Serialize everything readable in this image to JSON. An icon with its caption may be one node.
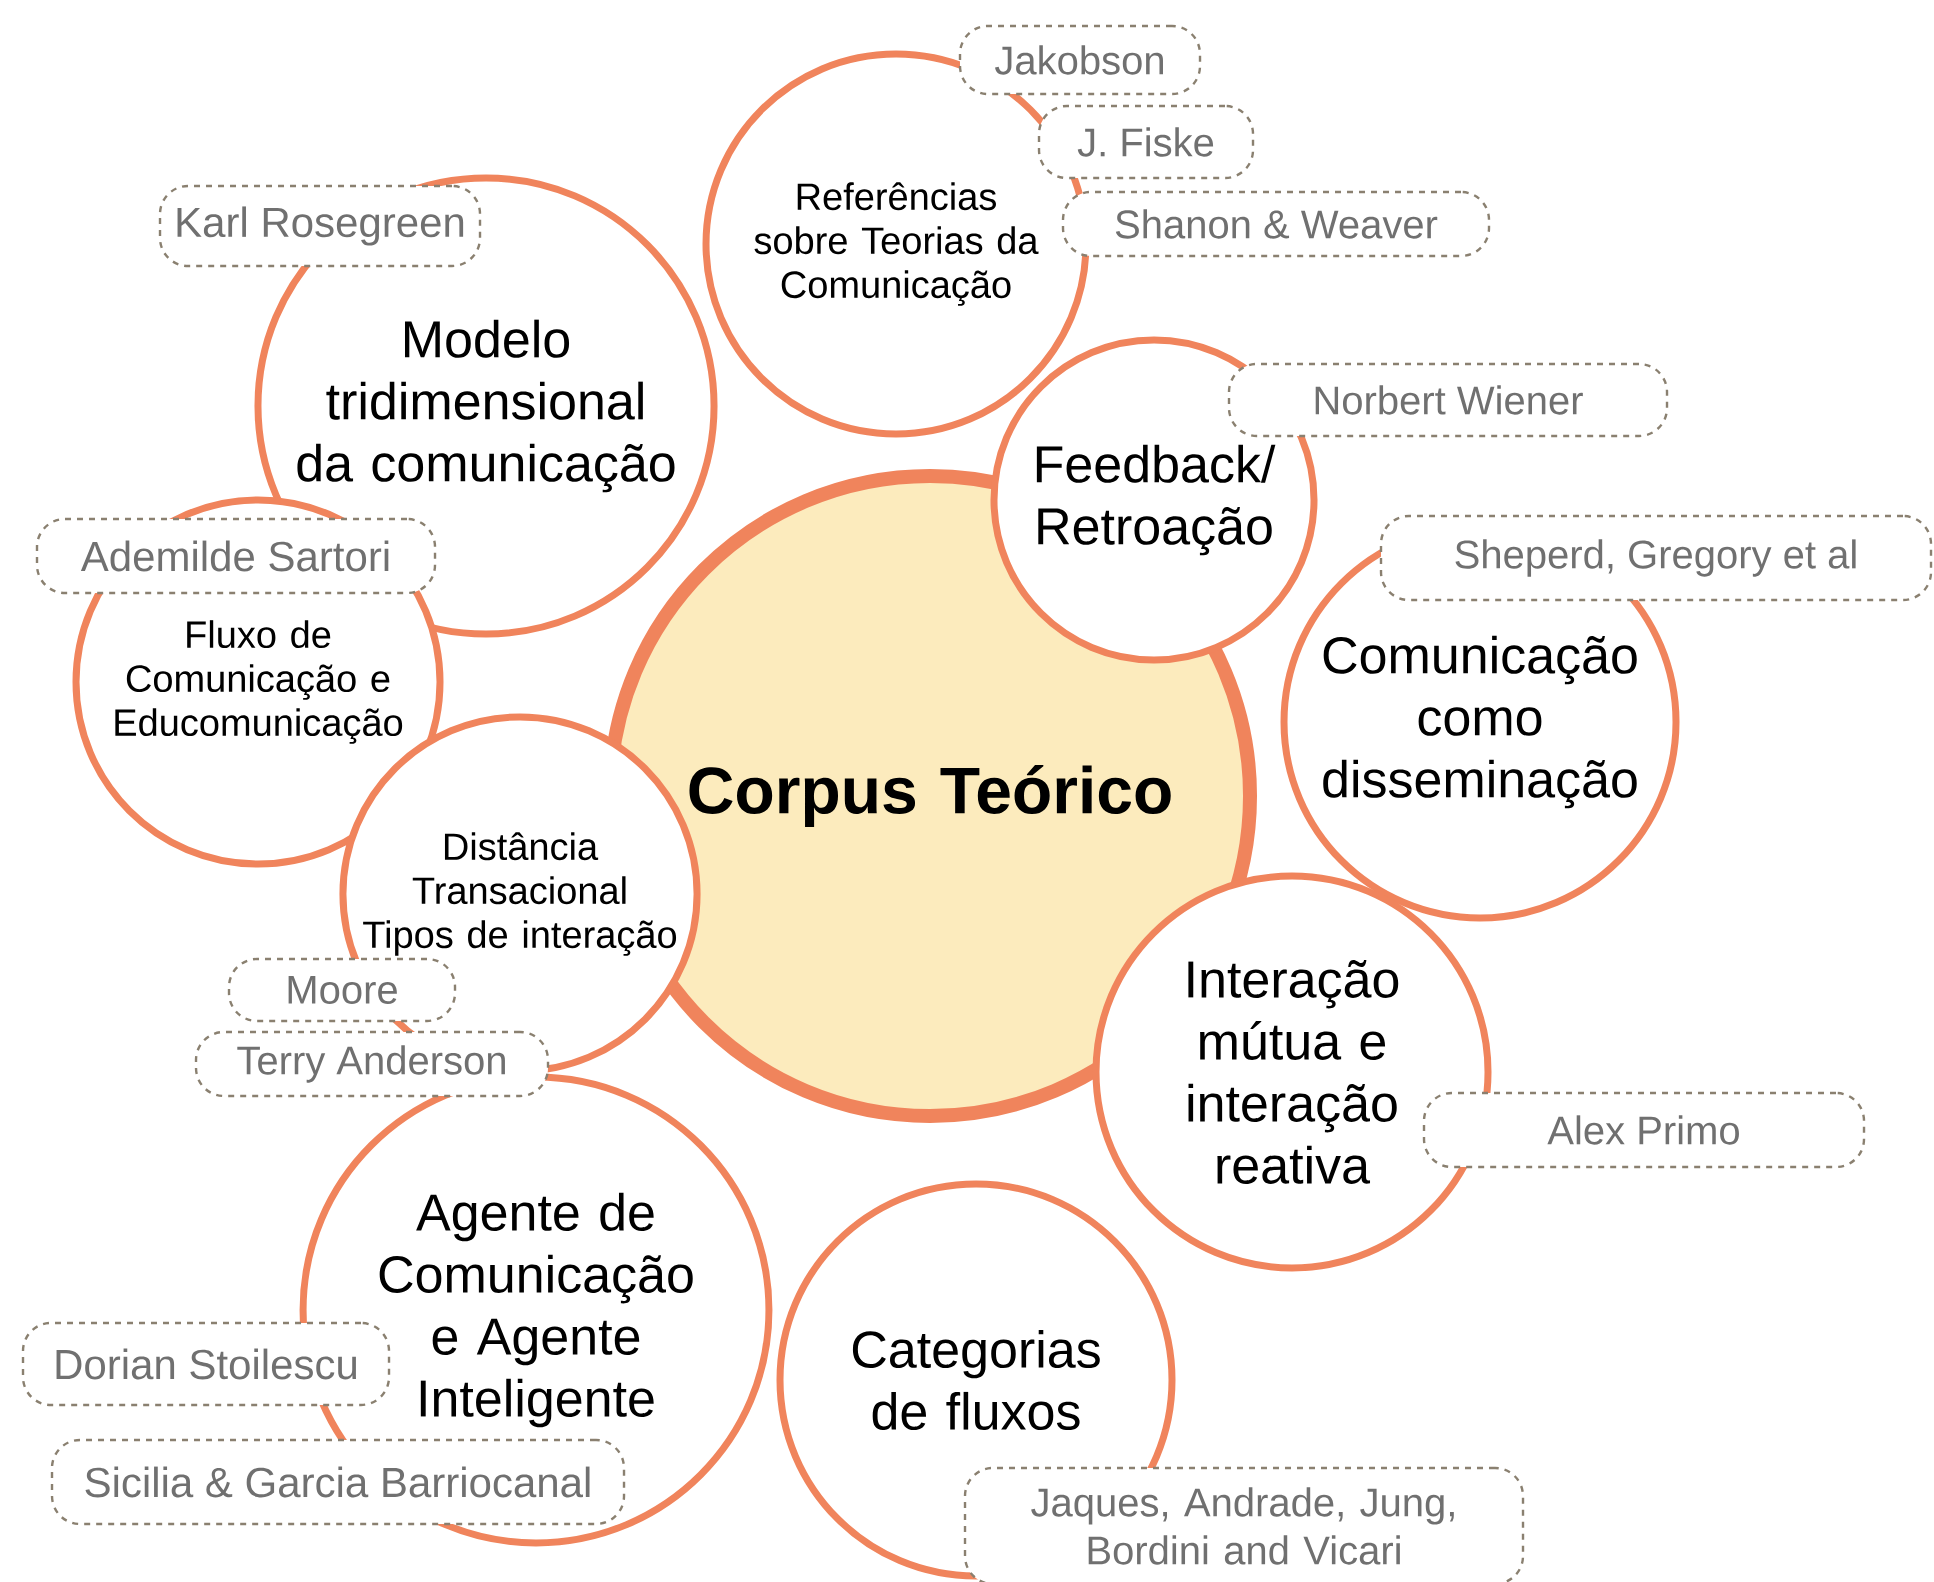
{
  "diagram": {
    "nodes": [
      {
        "text": [
          "Corpus Teórico"
        ]
      },
      {
        "text": [
          "Referências sobre Teorias da Comunicação"
        ]
      },
      {
        "text": [
          "Jakobson"
        ]
      },
      {
        "text": [
          "J. Fiske"
        ]
      },
      {
        "text": [
          "Shanon & Weaver"
        ]
      },
      {
        "text": [
          "Karl Rosegreen"
        ]
      },
      {
        "text": [
          "Modelo tridimensional da comunicação"
        ]
      },
      {
        "text": [
          "Feedback/ Retroação"
        ]
      },
      {
        "text": [
          "Norbert Wiener"
        ]
      },
      {
        "text": [
          "Sheperd, Gregory et al"
        ]
      },
      {
        "text": [
          "Ademilde Sartori"
        ]
      },
      {
        "text": [
          "Fluxo de Comunicação e Educomunicação"
        ]
      },
      {
        "text": [
          "Comunicação como disseminação"
        ]
      },
      {
        "text": [
          "Distância Transacional Tipos de interação"
        ]
      },
      {
        "text": [
          "Moore"
        ]
      },
      {
        "text": [
          "Terry Anderson"
        ]
      },
      {
        "text": [
          "Interação mútua e interação reativa"
        ]
      },
      {
        "text": [
          "Alex Primo"
        ]
      },
      {
        "text": [
          "Agente de Comunicação e Agente Inteligente"
        ]
      },
      {
        "text": [
          "Dorian Stoilescu"
        ]
      },
      {
        "text": [
          "Sicilia & Garcia Barriocanal"
        ]
      },
      {
        "text": [
          "Categorias de fluxos"
        ]
      },
      {
        "text": [
          "Jaques, Andrade, Jung, Bordini and Vicari"
        ]
      }
    ]
  }
}
